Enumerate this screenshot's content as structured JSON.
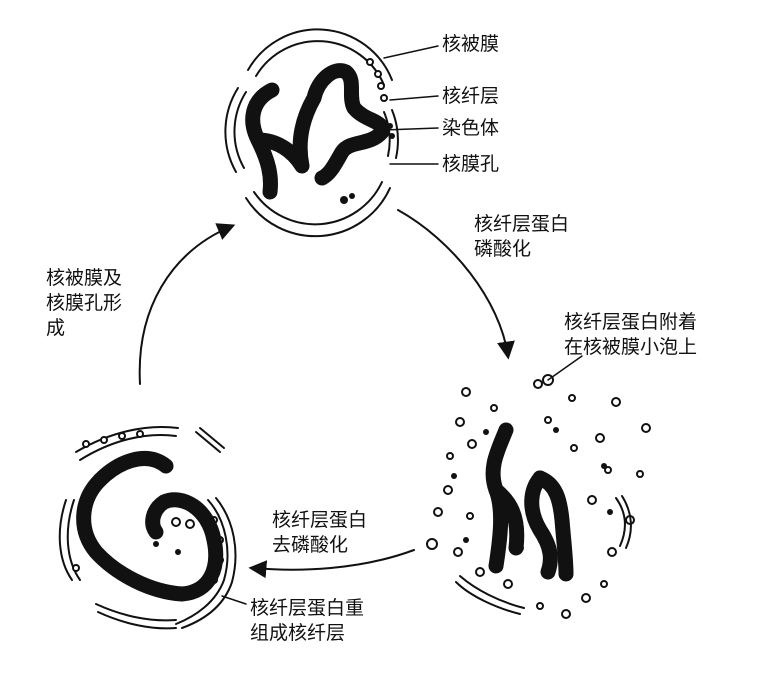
{
  "labels": {
    "nuclear_envelope": "核被膜",
    "nuclear_lamina": "核纤层",
    "chromosome": "染色体",
    "nuclear_pore": "核膜孔",
    "phosphorylation": "核纤层蛋白\n磷酸化",
    "attached_to_vesicles": "核纤层蛋白附着\n在核被膜小泡上",
    "dephosphorylation": "核纤层蛋白\n去磷酸化",
    "reassembly": "核纤层蛋白重\n组成核纤层",
    "envelope_formation": "核被膜及\n核膜孔形\n成"
  }
}
